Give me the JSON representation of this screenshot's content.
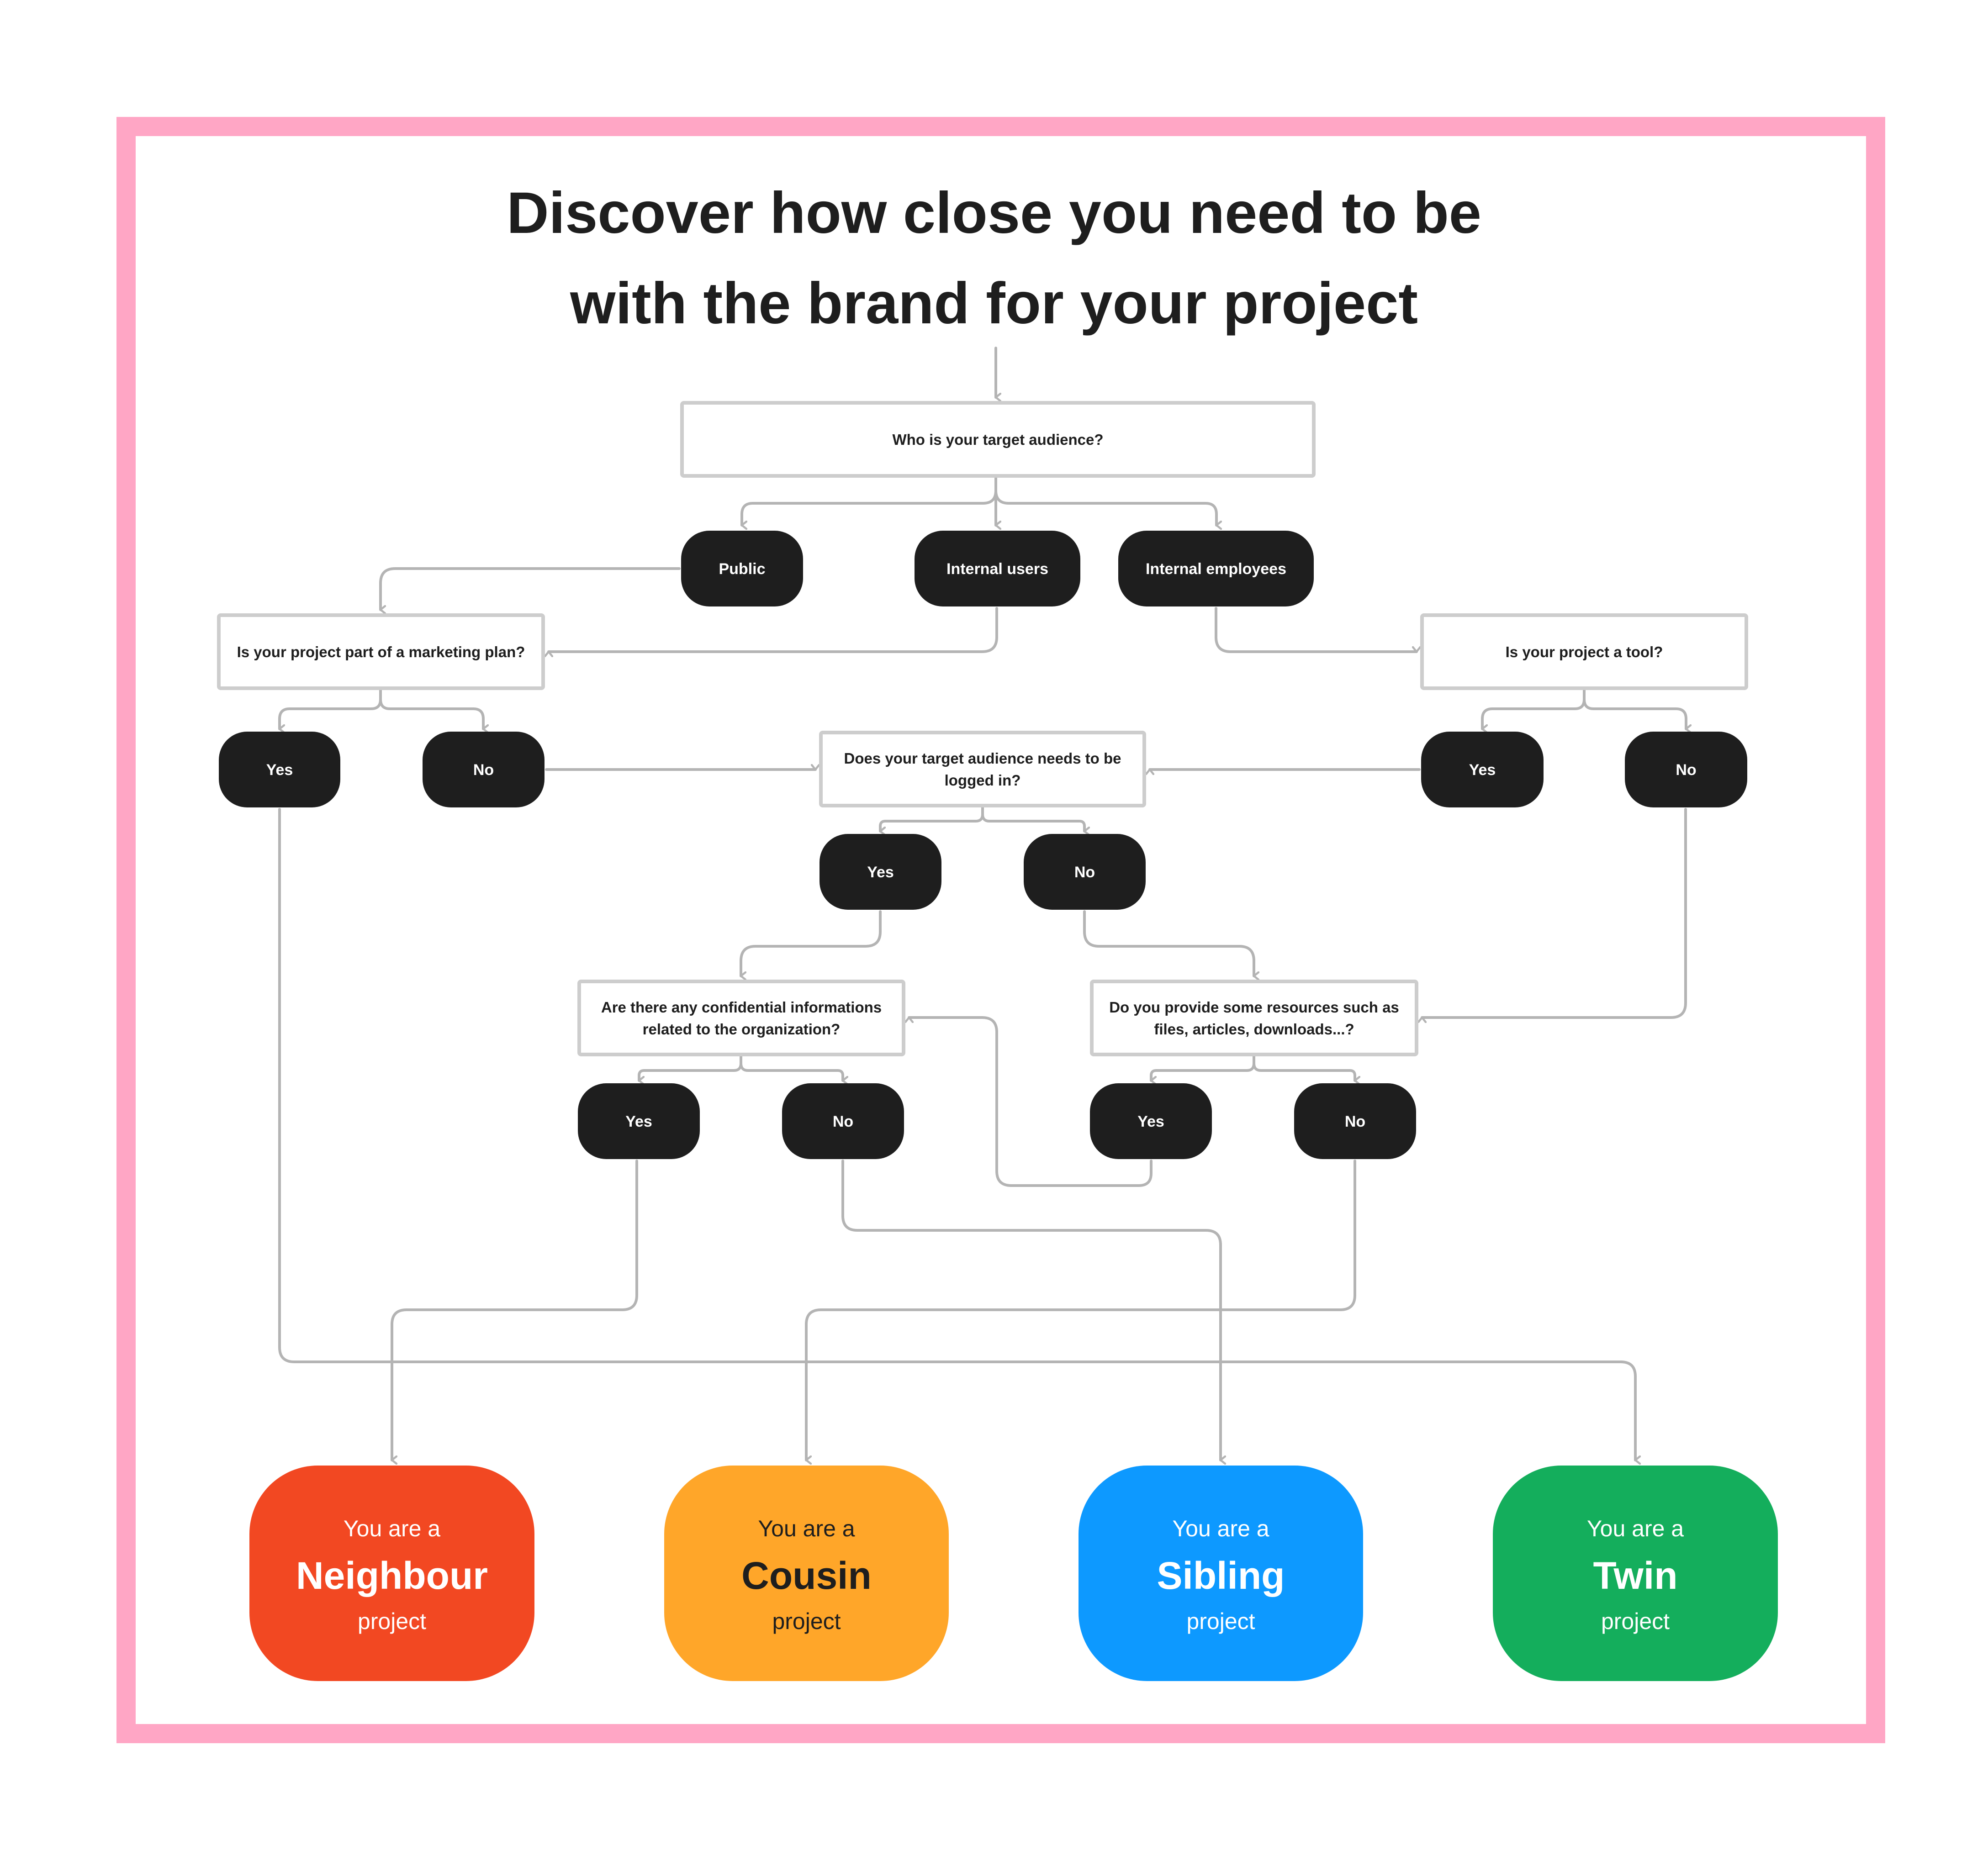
{
  "title": {
    "line1": "Discover how close you need to be",
    "line2": "with the brand for your project"
  },
  "colors": {
    "frame": "#ffa6c5",
    "node_dark": "#1e1e1e",
    "connector": "#b4b4b4",
    "neighbour": "#f24822",
    "cousin": "#ffa629",
    "sibling": "#0d99ff",
    "twin": "#14ae5c"
  },
  "nodes": {
    "q_audience": {
      "type": "question",
      "lines": [
        "Who is your target audience?"
      ]
    },
    "a_public": {
      "type": "answer",
      "label": "Public"
    },
    "a_internal_users": {
      "type": "answer",
      "label": "Internal users"
    },
    "a_internal_employees": {
      "type": "answer",
      "label": "Internal employees"
    },
    "q_marketing": {
      "type": "question",
      "lines": [
        "Is your project part of a marketing plan?"
      ]
    },
    "q_tool": {
      "type": "question",
      "lines": [
        "Is your project a tool?"
      ]
    },
    "a_marketing_yes": {
      "type": "answer",
      "label": "Yes"
    },
    "a_marketing_no": {
      "type": "answer",
      "label": "No"
    },
    "q_logged_in": {
      "type": "question",
      "lines": [
        "Does your target audience needs to be",
        "logged in?"
      ]
    },
    "a_tool_yes": {
      "type": "answer",
      "label": "Yes"
    },
    "a_tool_no": {
      "type": "answer",
      "label": "No"
    },
    "a_logged_yes": {
      "type": "answer",
      "label": "Yes"
    },
    "a_logged_no": {
      "type": "answer",
      "label": "No"
    },
    "q_confidential": {
      "type": "question",
      "lines": [
        "Are there any confidential informations",
        "related to the organization?"
      ]
    },
    "q_resources": {
      "type": "question",
      "lines": [
        "Do you provide some resources such as",
        "files, articles, downloads...?"
      ]
    },
    "a_conf_yes": {
      "type": "answer",
      "label": "Yes"
    },
    "a_conf_no": {
      "type": "answer",
      "label": "No"
    },
    "a_res_yes": {
      "type": "answer",
      "label": "Yes"
    },
    "a_res_no": {
      "type": "answer",
      "label": "No"
    },
    "o_neighbour": {
      "type": "outcome",
      "prefix": "You are a",
      "name": "Neighbour",
      "suffix": "project",
      "color": "#f24822",
      "text_color": "#ffffff"
    },
    "o_cousin": {
      "type": "outcome",
      "prefix": "You are a",
      "name": "Cousin",
      "suffix": "project",
      "color": "#ffa629",
      "text_color": "#1e1e1e"
    },
    "o_sibling": {
      "type": "outcome",
      "prefix": "You are a",
      "name": "Sibling",
      "suffix": "project",
      "color": "#0d99ff",
      "text_color": "#ffffff"
    },
    "o_twin": {
      "type": "outcome",
      "prefix": "You are a",
      "name": "Twin",
      "suffix": "project",
      "color": "#14ae5c",
      "text_color": "#ffffff"
    }
  },
  "edges": [
    {
      "from": "start",
      "to": "q_audience"
    },
    {
      "from": "q_audience",
      "to": "a_public"
    },
    {
      "from": "q_audience",
      "to": "a_internal_users"
    },
    {
      "from": "q_audience",
      "to": "a_internal_employees"
    },
    {
      "from": "a_public",
      "to": "q_marketing"
    },
    {
      "from": "a_internal_users",
      "to": "q_marketing"
    },
    {
      "from": "a_internal_employees",
      "to": "q_tool"
    },
    {
      "from": "q_marketing",
      "to": "a_marketing_yes"
    },
    {
      "from": "q_marketing",
      "to": "a_marketing_no"
    },
    {
      "from": "q_tool",
      "to": "a_tool_yes"
    },
    {
      "from": "q_tool",
      "to": "a_tool_no"
    },
    {
      "from": "a_marketing_no",
      "to": "q_logged_in"
    },
    {
      "from": "a_tool_yes",
      "to": "q_logged_in"
    },
    {
      "from": "q_logged_in",
      "to": "a_logged_yes"
    },
    {
      "from": "q_logged_in",
      "to": "a_logged_no"
    },
    {
      "from": "a_logged_yes",
      "to": "q_confidential"
    },
    {
      "from": "a_logged_no",
      "to": "q_resources"
    },
    {
      "from": "a_tool_no",
      "to": "q_resources"
    },
    {
      "from": "q_confidential",
      "to": "a_conf_yes"
    },
    {
      "from": "q_confidential",
      "to": "a_conf_no"
    },
    {
      "from": "q_resources",
      "to": "a_res_yes"
    },
    {
      "from": "q_resources",
      "to": "a_res_no"
    },
    {
      "from": "a_res_yes",
      "to": "q_confidential"
    },
    {
      "from": "a_conf_yes",
      "to": "o_neighbour"
    },
    {
      "from": "a_res_no",
      "to": "o_cousin"
    },
    {
      "from": "a_conf_no",
      "to": "o_sibling"
    },
    {
      "from": "a_marketing_yes",
      "to": "o_twin"
    }
  ]
}
